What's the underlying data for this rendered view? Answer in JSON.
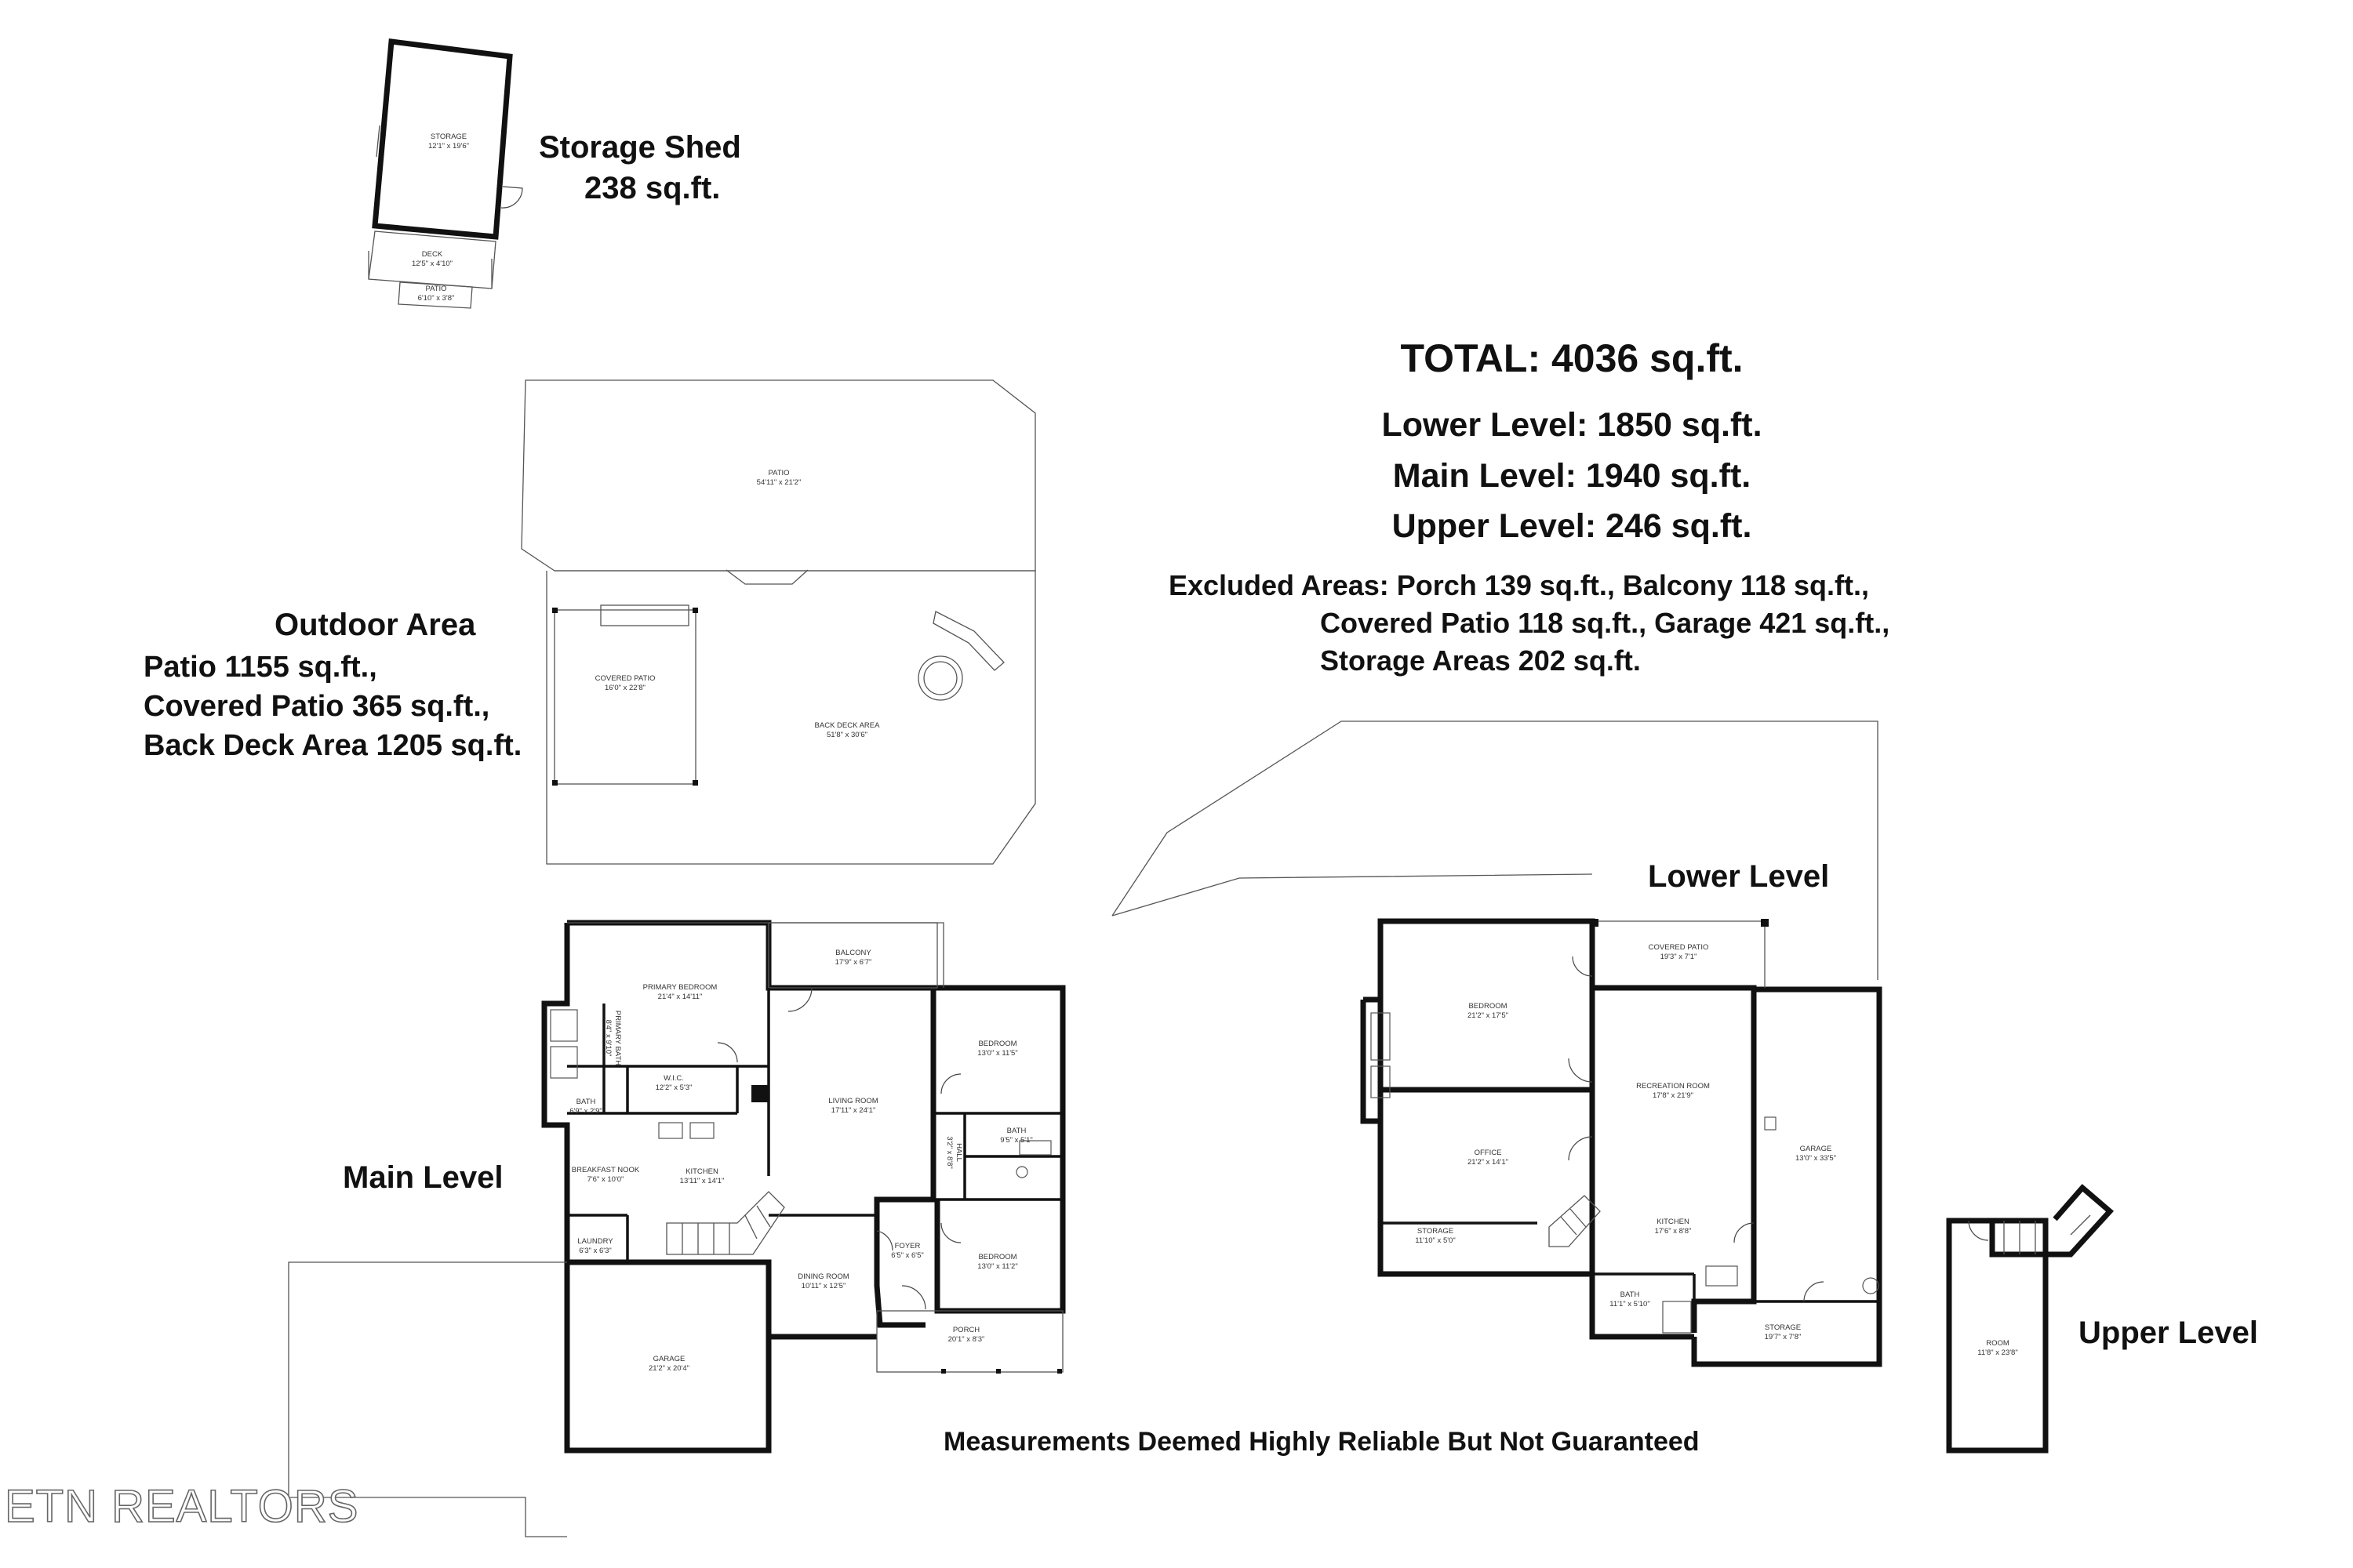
{
  "headings": {
    "storage_shed_title": "Storage Shed",
    "storage_shed_area": "238 sq.ft.",
    "total": "TOTAL: 4036 sq.ft.",
    "lower_level_area": "Lower Level: 1850 sq.ft.",
    "main_level_area": "Main Level: 1940 sq.ft.",
    "upper_level_area": "Upper Level: 246 sq.ft.",
    "excluded_line1": "Excluded Areas: Porch 139 sq.ft., Balcony 118 sq.ft.,",
    "excluded_line2": "Covered Patio 118 sq.ft., Garage 421 sq.ft.,",
    "excluded_line3": "Storage Areas 202 sq.ft.",
    "outdoor_title": "Outdoor Area",
    "outdoor_line1": "Patio 1155 sq.ft.,",
    "outdoor_line2": "Covered Patio 365 sq.ft.,",
    "outdoor_line3": "Back Deck Area 1205 sq.ft.",
    "main_level_title": "Main Level",
    "lower_level_title": "Lower Level",
    "upper_level_title": "Upper Level",
    "disclaimer": "Measurements Deemed Highly Reliable But Not Guaranteed"
  },
  "watermark": "ETN REALTORS",
  "rooms": {
    "shed_storage": {
      "name": "STORAGE",
      "dim": "12'1\" x 19'6\""
    },
    "shed_deck": {
      "name": "DECK",
      "dim": "12'5\" x 4'10\""
    },
    "shed_patio": {
      "name": "PATIO",
      "dim": "6'10\" x 3'8\""
    },
    "outdoor_patio": {
      "name": "PATIO",
      "dim": "54'11\" x 21'2\""
    },
    "outdoor_covered_patio": {
      "name": "COVERED PATIO",
      "dim": "16'0\" x 22'8\""
    },
    "outdoor_back_deck": {
      "name": "BACK DECK AREA",
      "dim": "51'8\" x 30'6\""
    },
    "main_primary_bedroom": {
      "name": "PRIMARY BEDROOM",
      "dim": "21'4\" x 14'11\""
    },
    "main_balcony": {
      "name": "BALCONY",
      "dim": "17'9\" x 6'7\""
    },
    "main_bedroom1": {
      "name": "BEDROOM",
      "dim": "13'0\" x 11'5\""
    },
    "main_primary_bath": {
      "name": "PRIMARY BATH",
      "dim": "8'4\" x 9'10\""
    },
    "main_wic": {
      "name": "W.I.C.",
      "dim": "12'2\" x 5'3\""
    },
    "main_bath_left": {
      "name": "BATH",
      "dim": "6'9\" x 2'9\""
    },
    "main_living_room": {
      "name": "LIVING ROOM",
      "dim": "17'11\" x 24'1\""
    },
    "main_bath_right": {
      "name": "BATH",
      "dim": "9'5\" x 5'1\""
    },
    "main_hall": {
      "name": "HALL",
      "dim": "3'2\" x 8'8\""
    },
    "main_breakfast_nook": {
      "name": "BREAKFAST NOOK",
      "dim": "7'6\" x 10'0\""
    },
    "main_kitchen": {
      "name": "KITCHEN",
      "dim": "13'11\" x 14'1\""
    },
    "main_laundry": {
      "name": "LAUNDRY",
      "dim": "6'3\" x 6'3\""
    },
    "main_foyer": {
      "name": "FOYER",
      "dim": "6'5\" x 6'5\""
    },
    "main_bedroom2": {
      "name": "BEDROOM",
      "dim": "13'0\" x 11'2\""
    },
    "main_dining_room": {
      "name": "DINING ROOM",
      "dim": "10'11\" x 12'5\""
    },
    "main_porch": {
      "name": "PORCH",
      "dim": "20'1\" x 8'3\""
    },
    "main_garage": {
      "name": "GARAGE",
      "dim": "21'2\" x 20'4\""
    },
    "lower_bedroom": {
      "name": "BEDROOM",
      "dim": "21'2\" x 17'5\""
    },
    "lower_covered_patio": {
      "name": "COVERED PATIO",
      "dim": "19'3\" x 7'1\""
    },
    "lower_recreation_room": {
      "name": "RECREATION ROOM",
      "dim": "17'8\" x 21'9\""
    },
    "lower_office": {
      "name": "OFFICE",
      "dim": "21'2\" x 14'1\""
    },
    "lower_garage": {
      "name": "GARAGE",
      "dim": "13'0\" x 33'5\""
    },
    "lower_storage_left": {
      "name": "STORAGE",
      "dim": "11'10\" x 5'0\""
    },
    "lower_kitchen": {
      "name": "KITCHEN",
      "dim": "17'6\" x 8'8\""
    },
    "lower_bath": {
      "name": "BATH",
      "dim": "11'1\" x 5'10\""
    },
    "lower_storage_right": {
      "name": "STORAGE",
      "dim": "19'7\" x 7'8\""
    },
    "upper_room": {
      "name": "ROOM",
      "dim": "11'8\" x 23'8\""
    }
  }
}
